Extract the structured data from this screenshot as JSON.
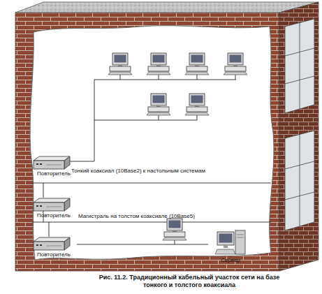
{
  "diagram": {
    "caption": "Рис. 11.2. Традиционный кабельный участок сети на базе тонкого и толстого коаксиала",
    "nodes": [
      {
        "text": [
          "Повторитель"
        ]
      },
      {
        "text": [
          "Повторитель"
        ]
      },
      {
        "text": [
          "Повторитель"
        ]
      },
      {
        "text": [
          "Сервер"
        ]
      }
    ],
    "edges": [
      {
        "from": 2,
        "to": 3,
        "arrow": "none"
      }
    ],
    "labels": [
      "Тонкий коаксиал (10Base2) к настольным системам",
      "Магистраль на толстом коаксиале (10Base5)"
    ]
  }
}
